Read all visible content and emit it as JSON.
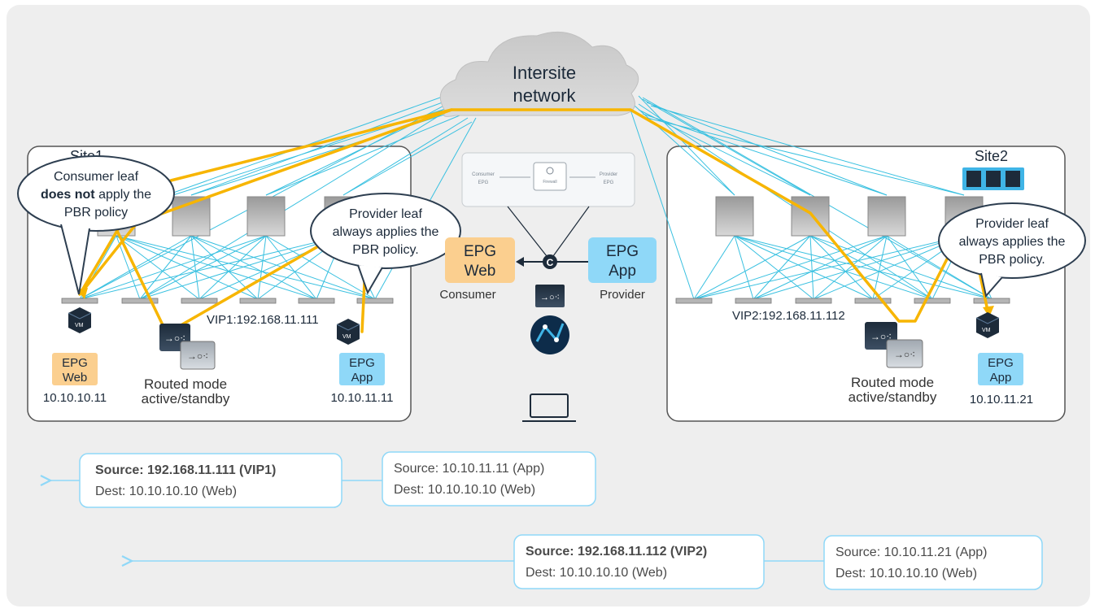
{
  "cloud": {
    "line1": "Intersite",
    "line2": "network"
  },
  "site1": {
    "label": "Site1",
    "callout_consumer": {
      "line1": "Consumer leaf",
      "line2_bold": "does not",
      "line2_rest": " apply the",
      "line3": "PBR policy"
    },
    "callout_provider": {
      "line1": "Provider leaf",
      "line2": "always applies the",
      "line3": "PBR policy."
    },
    "vip": "VIP1:192.168.11.111",
    "epg_web": {
      "line1": "EPG",
      "line2": "Web",
      "ip": "10.10.10.11"
    },
    "epg_app": {
      "line1": "EPG",
      "line2": "App",
      "ip": "10.10.11.11"
    },
    "routed": {
      "line1": "Routed mode",
      "line2": "active/standby"
    }
  },
  "site2": {
    "label": "Site2",
    "callout_provider": {
      "line1": "Provider leaf",
      "line2": "always applies the",
      "line3": "PBR policy."
    },
    "vip": "VIP2:192.168.11.112",
    "epg_app": {
      "line1": "EPG",
      "line2": "App",
      "ip": "10.10.11.21"
    },
    "routed": {
      "line1": "Routed mode",
      "line2": "active/standby"
    }
  },
  "center": {
    "graph": {
      "consumer": "Consumer",
      "consumer2": "EPG",
      "provider": "Provider",
      "provider2": "EPG",
      "firewall": "Firewall"
    },
    "epg_web": {
      "line1": "EPG",
      "line2": "Web",
      "role": "Consumer"
    },
    "epg_app": {
      "line1": "EPG",
      "line2": "App",
      "role": "Provider"
    },
    "contract_letter": "C"
  },
  "packets": {
    "row1_left": {
      "source": "Source: 192.168.11.111 (VIP1)",
      "dest": "Dest: 10.10.10.10 (Web)"
    },
    "row1_right": {
      "source": "Source: 10.10.11.11 (App)",
      "dest": "Dest: 10.10.10.10 (Web)"
    },
    "row2_left": {
      "source": "Source: 192.168.11.112 (VIP2)",
      "dest": "Dest: 10.10.10.10 (Web)"
    },
    "row2_right": {
      "source": "Source: 10.10.11.21 (App)",
      "dest": "Dest: 10.10.10.10 (Web)"
    }
  },
  "colors": {
    "background": "#eeeeee",
    "cyan_link": "#38c0e0",
    "yellow_path": "#f7b500",
    "epg_web": "#fbcf8f",
    "epg_app": "#8fd8f8",
    "callout_border": "#2d3e50",
    "packet_border": "#8fd8f8",
    "arrow": "#8fd8f8"
  }
}
